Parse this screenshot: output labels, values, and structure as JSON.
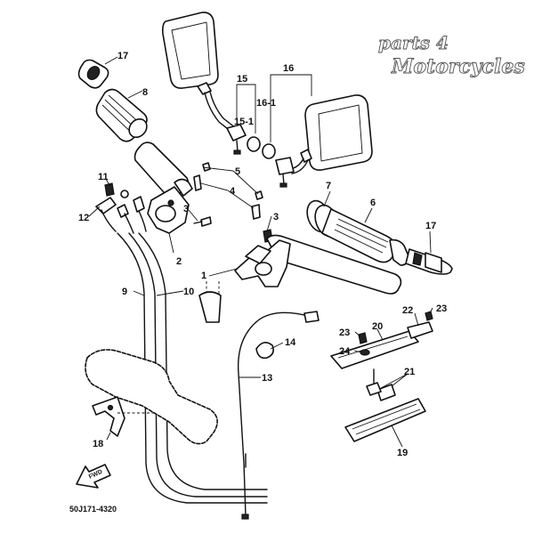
{
  "diagram": {
    "watermark": {
      "line1": "parts 4",
      "line2": "Motorcycles"
    },
    "fwd_label": "FWD",
    "part_code": "50J171-4320",
    "callouts": {
      "c1": "1",
      "c2": "2",
      "c3a": "3",
      "c3b": "3",
      "c4": "4",
      "c5": "5",
      "c6": "6",
      "c7": "7",
      "c8": "8",
      "c9": "9",
      "c10": "10",
      "c11": "11",
      "c12": "12",
      "c13": "13",
      "c14": "14",
      "c15": "15",
      "c15_1": "15-1",
      "c16": "16",
      "c16_1": "16-1",
      "c17a": "17",
      "c17b": "17",
      "c18": "18",
      "c19": "19",
      "c20": "20",
      "c21": "21",
      "c22": "22",
      "c23a": "23",
      "c23b": "23",
      "c24": "24"
    }
  }
}
